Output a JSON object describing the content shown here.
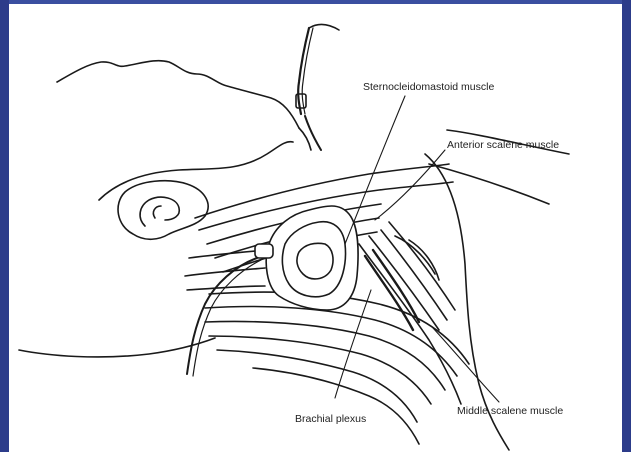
{
  "labels": {
    "sternocleidomastoid": "Sternocleidomastoid muscle",
    "anterior_scalene": "Anterior scalene muscle",
    "middle_scalene": "Middle scalene muscle",
    "brachial_plexus": "Brachial plexus"
  },
  "colors": {
    "frame": "#2f3f8c",
    "ink": "#1a1a1a",
    "paper": "#ffffff"
  }
}
